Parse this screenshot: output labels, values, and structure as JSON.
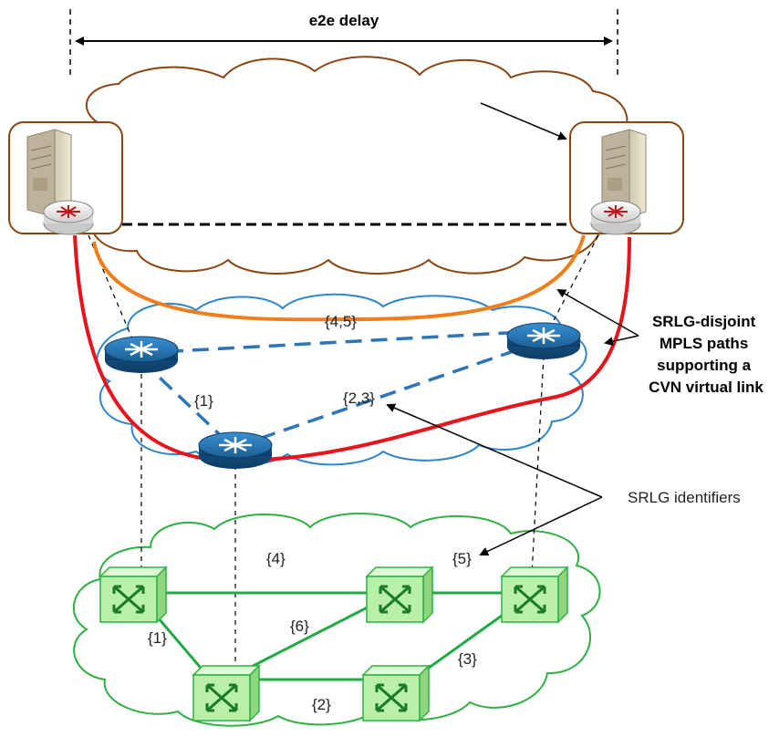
{
  "header": {
    "delay_label": "e2e delay"
  },
  "ip_layer": {
    "srlg_labels": {
      "link_a": "{4,5}",
      "link_b": "{1}",
      "link_c": "{2,3}"
    }
  },
  "optical_layer": {
    "srlg_labels": {
      "link_top": "{4}",
      "link_right": "{5}",
      "link_left": "{1}",
      "link_diag": "{6}",
      "link_bottom": "{2}",
      "link_bottom_right": "{3}"
    }
  },
  "annotations": {
    "paths_label": [
      "SRLG-disjoint",
      "MPLS paths",
      "supporting a",
      "CVN virtual link"
    ],
    "srlg_identifiers": "SRLG identifiers"
  },
  "colors": {
    "cloud_top": "#8B4513",
    "cloud_mid": "#2E86C8",
    "cloud_bottom": "#2EB043",
    "path_red": "#E8141B",
    "path_orange": "#F07E1A",
    "ip_link": "#2E75B6",
    "optical_link": "#22A844",
    "router": "#1F6EA8",
    "switch": "#B8F0A8"
  }
}
